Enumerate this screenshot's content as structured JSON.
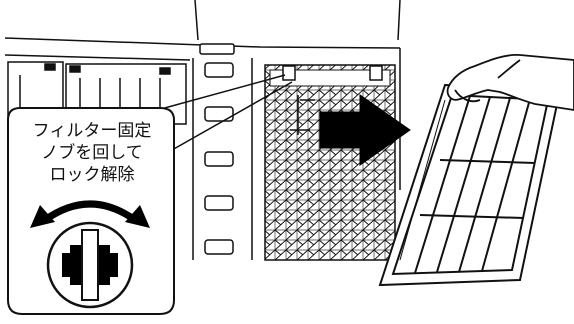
{
  "callout": {
    "line1": "フィルター固定",
    "line2": "ノブを回して",
    "line3": "ロック解除"
  },
  "icons": {
    "rotate": "double-headed-curved-arrow-icon",
    "knob": "filter-lock-knob-icon",
    "direction": "pull-right-arrow-icon"
  },
  "colors": {
    "ink": "#111111",
    "fill_dark": "#000000",
    "paper": "#ffffff"
  }
}
